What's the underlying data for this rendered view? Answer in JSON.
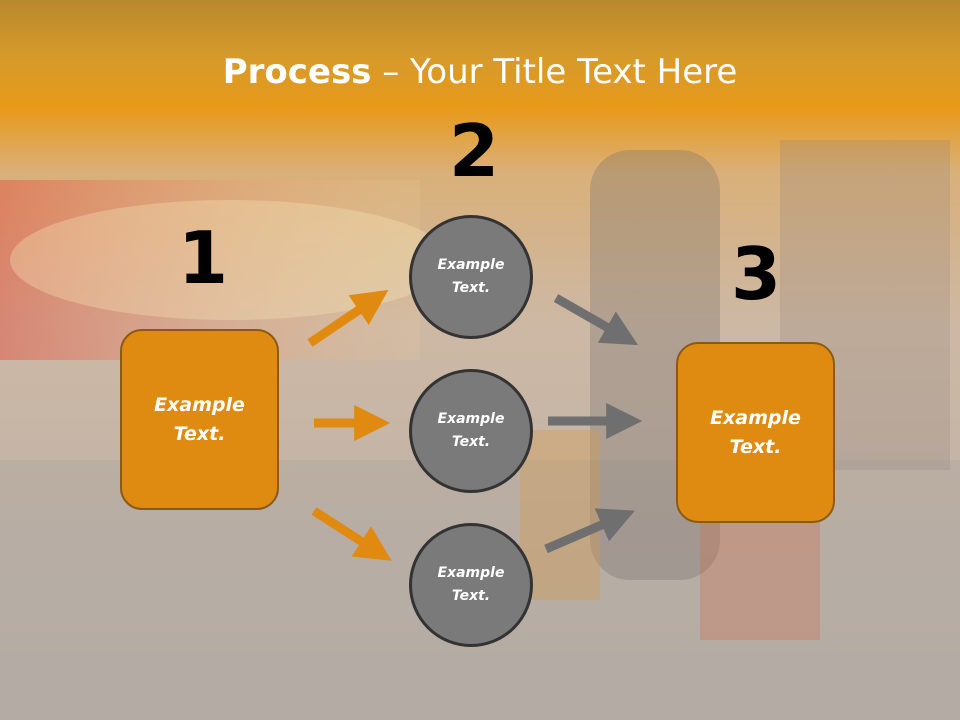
{
  "title": {
    "bold": "Process",
    "rest": " – Your Title Text Here"
  },
  "numbers": [
    "1",
    "2",
    "3"
  ],
  "boxes": [
    {
      "line1": "Example",
      "line2": "Text."
    },
    {
      "line1": "Example",
      "line2": "Text."
    }
  ],
  "circles": [
    {
      "line1": "Example",
      "line2": "Text."
    },
    {
      "line1": "Example",
      "line2": "Text."
    },
    {
      "line1": "Example",
      "line2": "Text."
    }
  ],
  "colors": {
    "box": "#df8b12",
    "circle": "#7a7a7a",
    "orange_arrow": "#e08a12",
    "gray_arrow": "#6f6f6f"
  }
}
